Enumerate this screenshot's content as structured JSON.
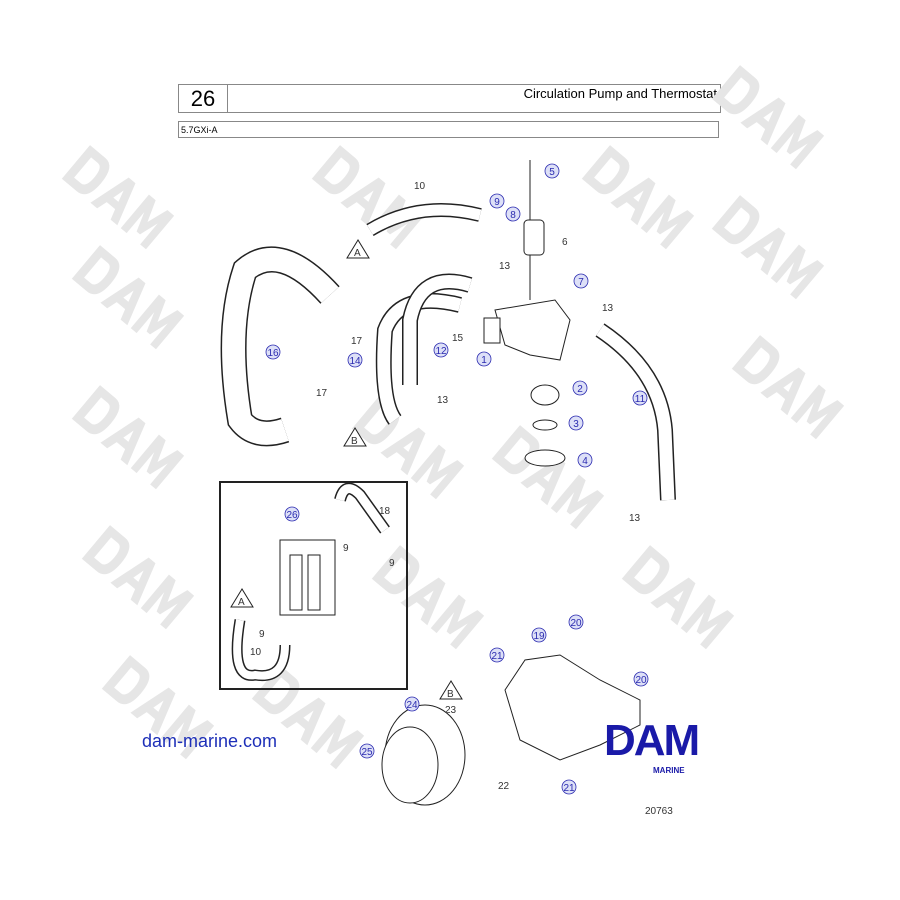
{
  "header": {
    "page_number": "26",
    "title": "Circulation Pump and Thermostat",
    "model": "5.7GXi-A"
  },
  "watermark": "DAM",
  "callouts_circled": [
    "5",
    "9",
    "8",
    "7",
    "16",
    "14",
    "12",
    "1",
    "2",
    "3",
    "4",
    "11",
    "26",
    "19",
    "20",
    "20",
    "21",
    "24",
    "25",
    "21"
  ],
  "labels_plain": [
    "10",
    "6",
    "13",
    "17",
    "15",
    "13",
    "17",
    "13",
    "13",
    "18",
    "9",
    "9",
    "9",
    "10",
    "23",
    "22"
  ],
  "reference_marks": [
    "A",
    "B",
    "A",
    "B"
  ],
  "website": "dam-marine.com",
  "logo": {
    "name": "DAM",
    "sub": "MARINE"
  },
  "drawing_number": "20763",
  "colors": {
    "brand": "#1a1aa8",
    "callout": "#2b2bb0"
  }
}
